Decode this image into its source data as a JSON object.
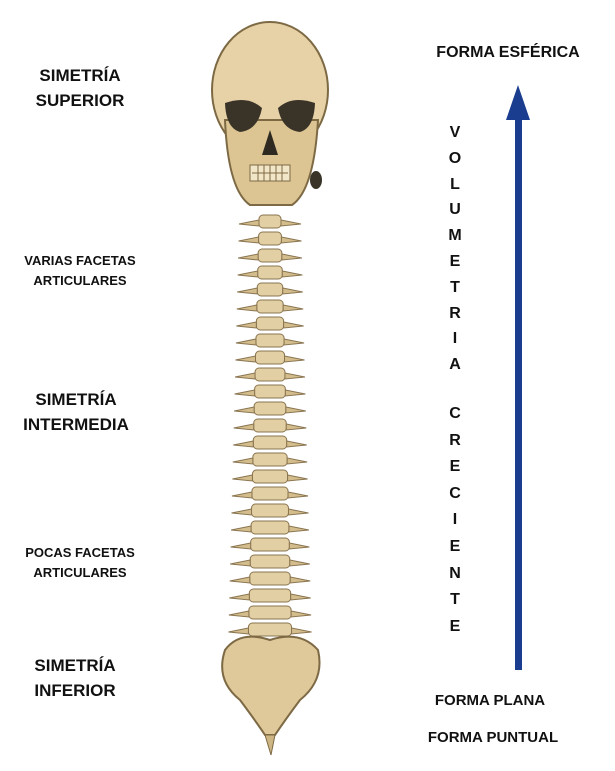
{
  "left_labels": {
    "superior": [
      "SIMETRÍA",
      "SUPERIOR"
    ],
    "varias": [
      "VARIAS FACETAS",
      "ARTICULARES"
    ],
    "intermedia": [
      "SIMETRÍA",
      "INTERMEDIA"
    ],
    "pocas": [
      "POCAS FACETAS",
      "ARTICULARES"
    ],
    "inferior": [
      "SIMETRÍA",
      "INFERIOR"
    ]
  },
  "right_labels": {
    "top": "FORMA ESFÉRICA",
    "plana": "FORMA PLANA",
    "puntual": "FORMA PUNTUAL"
  },
  "vertical_text": {
    "word1": "VOLUMETRIA",
    "word2": "CRECIENTE"
  },
  "colors": {
    "arrow": "#1b3d8f",
    "bone": "#e3cfa4",
    "bone_dark": "#8a7550"
  }
}
